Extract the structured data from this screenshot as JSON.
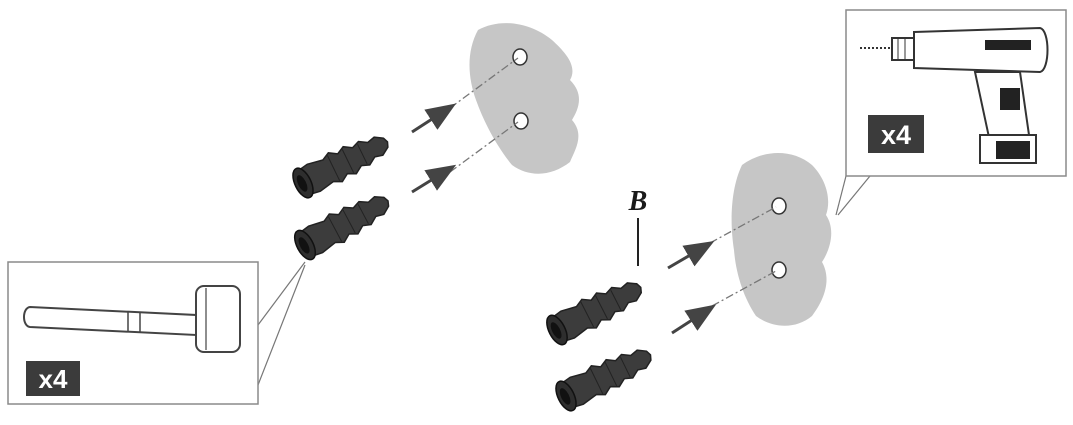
{
  "diagram": {
    "callouts": [
      {
        "tool_icon": "hammer-icon",
        "quantity_label": "x4"
      },
      {
        "tool_icon": "drill-icon",
        "quantity_label": "x4"
      }
    ],
    "part_label": "B",
    "colors": {
      "wall": "#c6c6c6",
      "anchor": "#3c3c3c",
      "quantity_badge": "#3b3b3b",
      "outline": "#555555"
    }
  }
}
